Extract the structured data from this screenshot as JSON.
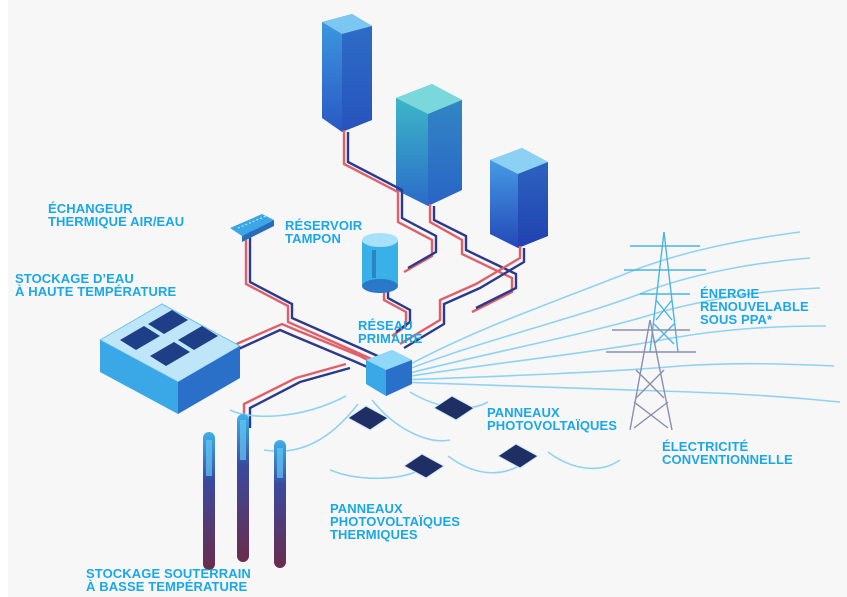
{
  "labels": {
    "echangeur": [
      "ÉCHANGEUR",
      "THERMIQUE AIR/EAU"
    ],
    "reservoir": [
      "RÉSERVOIR",
      "TAMPON"
    ],
    "stockage_haute": [
      "STOCKAGE D’EAU",
      "À HAUTE TEMPÉRATURE"
    ],
    "reseau": [
      "RÉSEAU",
      "PRIMAIRE"
    ],
    "energie": [
      "ÉNERGIE",
      "RENOUVELABLE",
      "SOUS PPA*"
    ],
    "panneaux_pv": [
      "PANNEAUX",
      "PHOTOVOLTAÏQUES"
    ],
    "electricite": [
      "ÉLECTRICITÉ",
      "CONVENTIONNELLE"
    ],
    "panneaux_pvt": [
      "PANNEAUX",
      "PHOTOVOLTAÏQUES",
      "THERMIQUES"
    ],
    "stockage_souterrain": [
      "STOCKAGE SOUTERRAIN",
      "À BASSE TEMPÉRATURE"
    ]
  },
  "colors": {
    "label": "#1aa8e8",
    "pipe_hot": "#e0606a",
    "pipe_cold": "#2b3a8c",
    "cable": "#8fd3f2",
    "building": "#2a7fd4",
    "building_dark": "#1a3c8f",
    "tower": "#4cb4e8",
    "tower_gray": "#8a8fb0"
  }
}
